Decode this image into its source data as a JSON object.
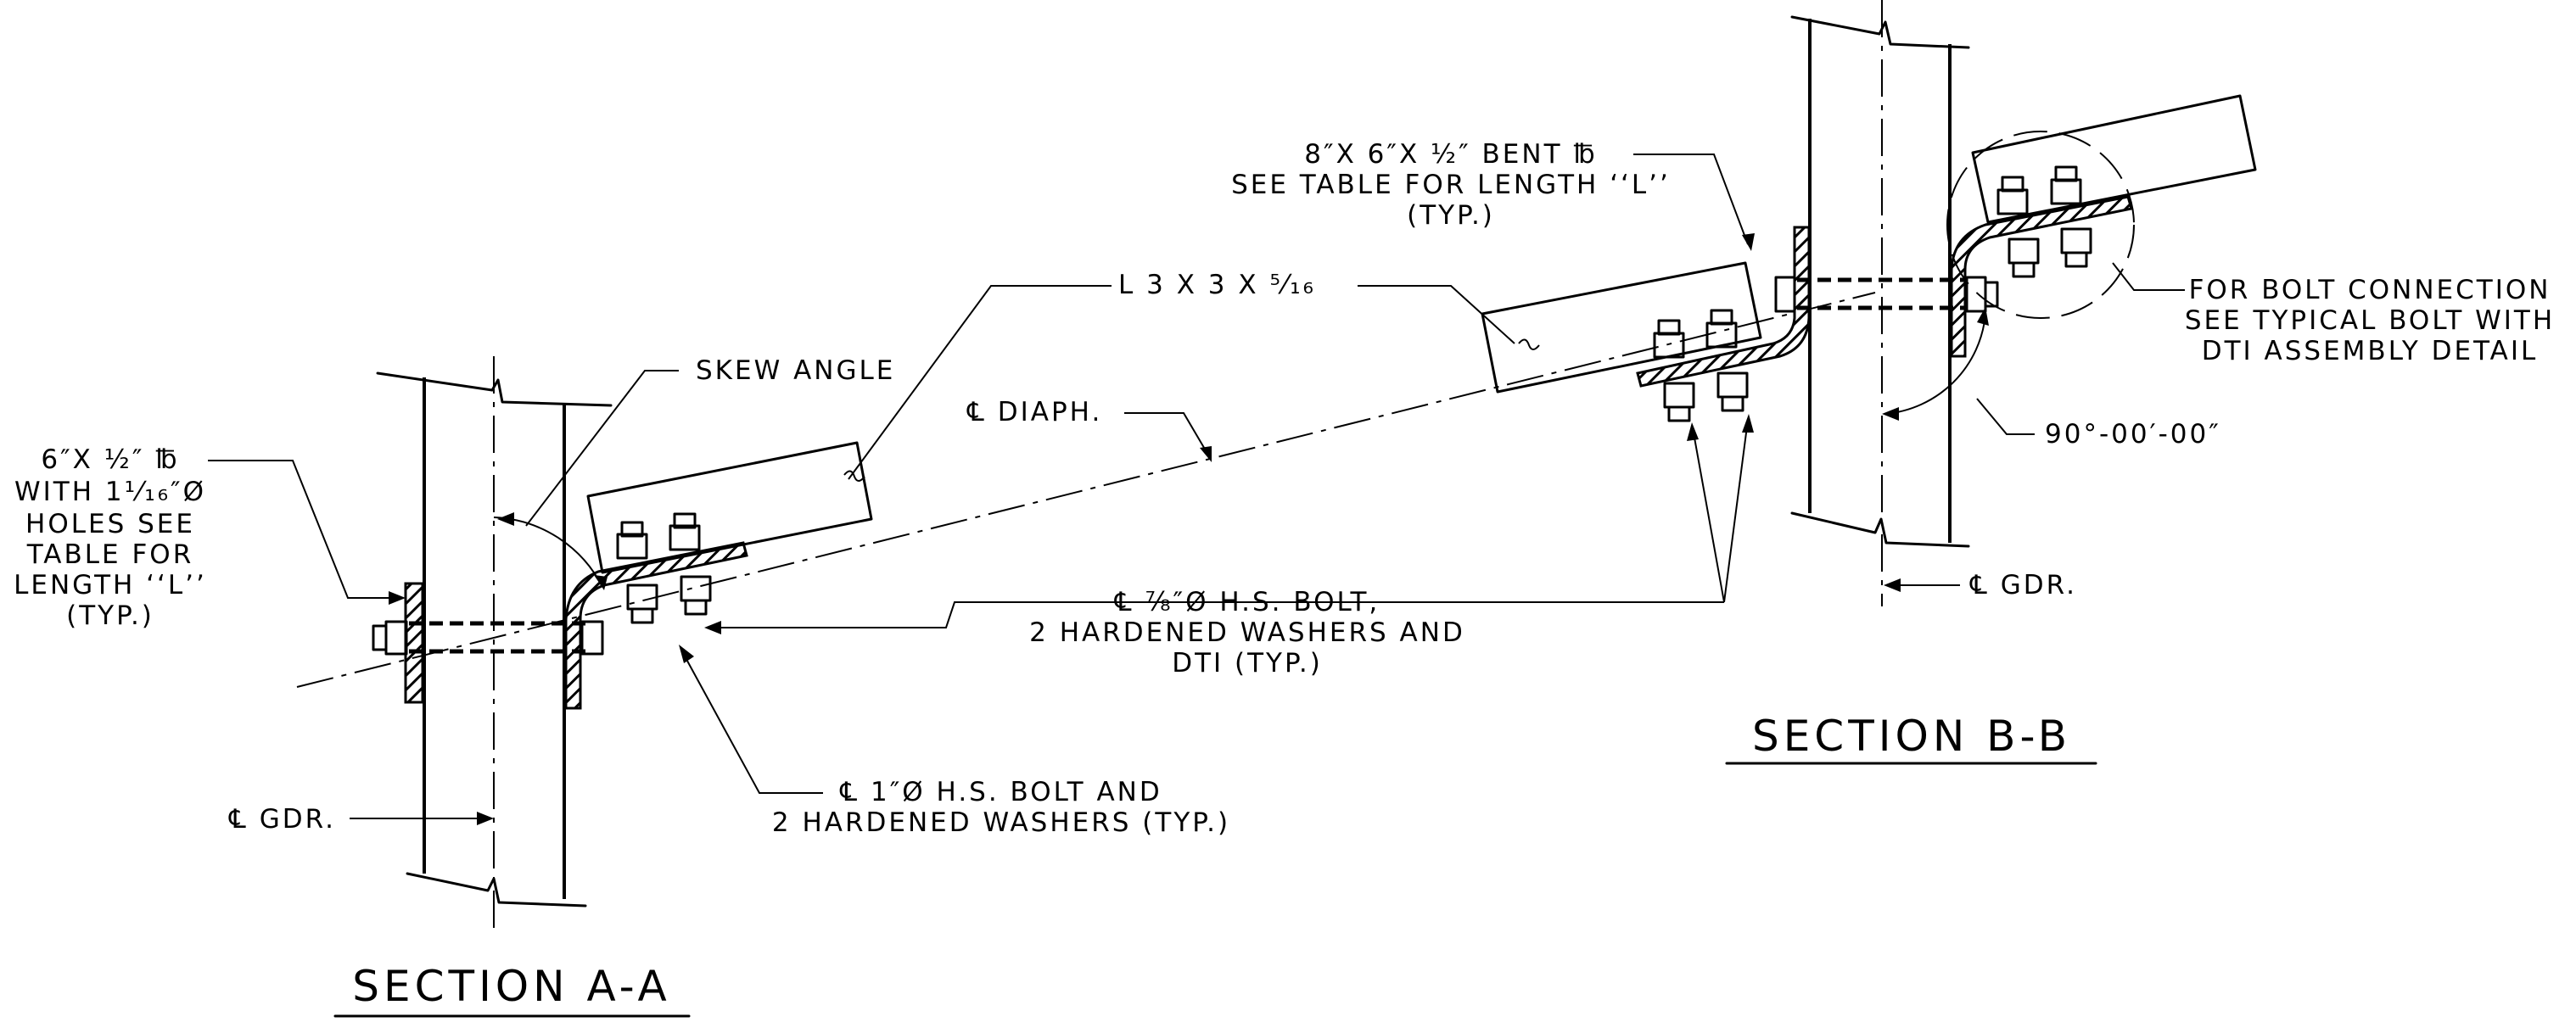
{
  "labels": {
    "plate_a_line1": "6″X ½″ ℔",
    "plate_a_line2": "WITH 1¹⁄₁₆″Ø",
    "plate_a_line3": "HOLES SEE",
    "plate_a_line4": "TABLE FOR",
    "plate_a_line5": "LENGTH ‘‘L’’",
    "plate_a_line6": "(TYP.)",
    "skew_angle": "SKEW ANGLE",
    "angle_member": "L 3 X 3 X ⁵⁄₁₆",
    "cl_diaph": "℄ DIAPH.",
    "bolt_78_line1": "℄ ⅞″Ø H.S. BOLT,",
    "bolt_78_line2": "2 HARDENED WASHERS AND",
    "bolt_78_line3": "DTI (TYP.)",
    "bolt_1_line1": "℄ 1″Ø H.S. BOLT AND",
    "bolt_1_line2": "2 HARDENED WASHERS (TYP.)",
    "cl_gdr_a": "℄ GDR.",
    "cl_gdr_b": "℄ GDR.",
    "bent_plate_line1": "8″X 6″X ½″ BENT ℔",
    "bent_plate_line2": "SEE TABLE FOR LENGTH ‘‘L’’",
    "bent_plate_line3": "(TYP.)",
    "bolt_conn_line1": "FOR BOLT CONNECTION",
    "bolt_conn_line2": "SEE TYPICAL BOLT WITH",
    "bolt_conn_line3": "DTI ASSEMBLY DETAIL",
    "right_angle": "90°-00′-00″",
    "section_a": "SECTION A-A",
    "section_b": "SECTION B-B"
  }
}
